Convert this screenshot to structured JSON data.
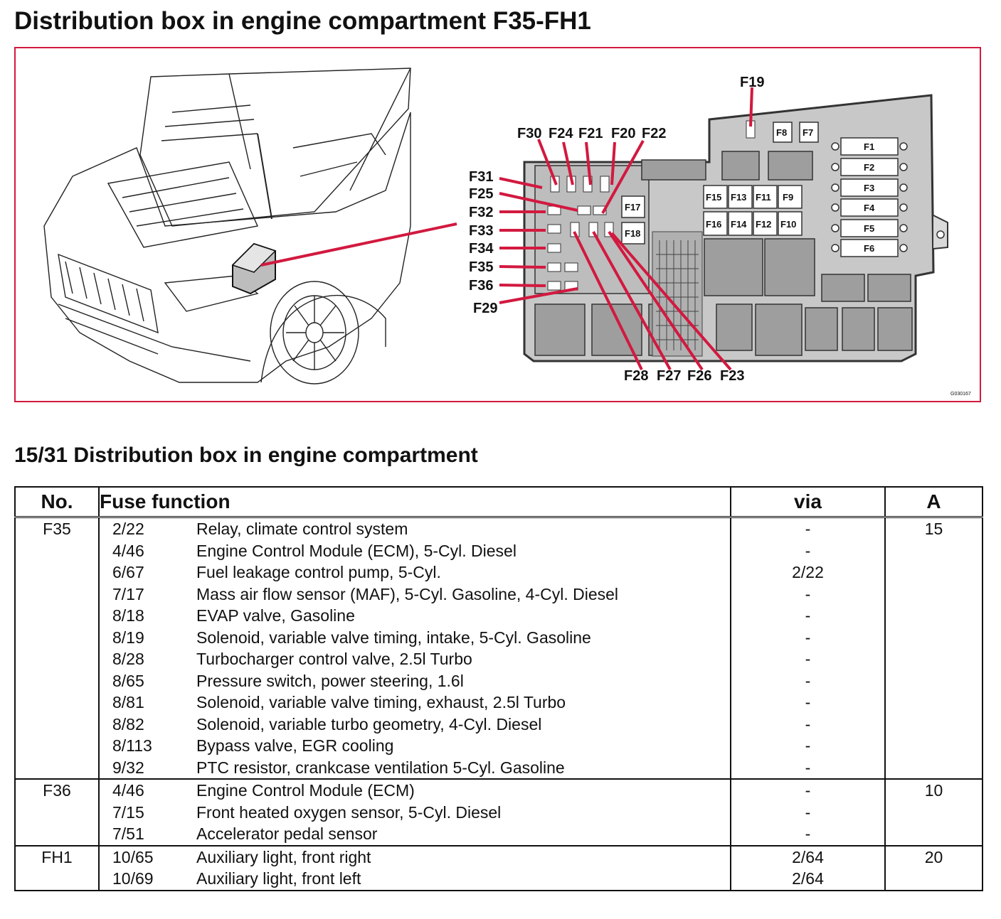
{
  "title": "Distribution box in engine compartment F35-FH1",
  "figure": {
    "image_code": "G030167",
    "left_labels": [
      "F31",
      "F25",
      "F32",
      "F33",
      "F34",
      "F35",
      "F36",
      "F29"
    ],
    "top_labels": [
      "F30",
      "F24",
      "F21",
      "F20",
      "F22"
    ],
    "top_single": "F19",
    "bottom_labels": [
      "F28",
      "F27",
      "F26",
      "F23"
    ],
    "inner_fuses": [
      "F17",
      "F18",
      "F8",
      "F7",
      "F15",
      "F13",
      "F11",
      "F9",
      "F16",
      "F14",
      "F12",
      "F10"
    ],
    "right_fuses": [
      "F1",
      "F2",
      "F3",
      "F4",
      "F5",
      "F6"
    ]
  },
  "section_title": "15/31 Distribution box in engine compartment",
  "table": {
    "headers": {
      "no": "No.",
      "function": "Fuse function",
      "via": "via",
      "amp": "A"
    },
    "groups": [
      {
        "no": "F35",
        "amp": "15",
        "rows": [
          {
            "code": "2/22",
            "desc": "Relay, climate control system",
            "via": "-"
          },
          {
            "code": "4/46",
            "desc": "Engine Control Module (ECM), 5-Cyl. Diesel",
            "via": "-"
          },
          {
            "code": "6/67",
            "desc": "Fuel leakage control pump, 5-Cyl.",
            "via": "2/22"
          },
          {
            "code": "7/17",
            "desc": "Mass air flow sensor (MAF), 5-Cyl. Gasoline, 4-Cyl. Diesel",
            "via": "-"
          },
          {
            "code": "8/18",
            "desc": "EVAP valve, Gasoline",
            "via": "-"
          },
          {
            "code": "8/19",
            "desc": "Solenoid, variable valve timing, intake, 5-Cyl. Gasoline",
            "via": "-"
          },
          {
            "code": "8/28",
            "desc": "Turbocharger control valve, 2.5l Turbo",
            "via": "-"
          },
          {
            "code": "8/65",
            "desc": "Pressure switch, power steering, 1.6l",
            "via": "-"
          },
          {
            "code": "8/81",
            "desc": "Solenoid, variable valve timing, exhaust, 2.5l Turbo",
            "via": "-"
          },
          {
            "code": "8/82",
            "desc": "Solenoid, variable turbo geometry, 4-Cyl. Diesel",
            "via": "-"
          },
          {
            "code": "8/113",
            "desc": "Bypass valve, EGR cooling",
            "via": "-"
          },
          {
            "code": "9/32",
            "desc": "PTC resistor, crankcase ventilation 5-Cyl. Gasoline",
            "via": "-"
          }
        ]
      },
      {
        "no": "F36",
        "amp": "10",
        "rows": [
          {
            "code": "4/46",
            "desc": "Engine Control Module (ECM)",
            "via": "-"
          },
          {
            "code": "7/15",
            "desc": "Front heated oxygen sensor, 5-Cyl. Diesel",
            "via": "-"
          },
          {
            "code": "7/51",
            "desc": "Accelerator pedal sensor",
            "via": "-"
          }
        ]
      },
      {
        "no": "FH1",
        "amp": "20",
        "rows": [
          {
            "code": "10/65",
            "desc": "Auxiliary light, front right",
            "via": "2/64"
          },
          {
            "code": "10/69",
            "desc": "Auxiliary light, front left",
            "via": "2/64"
          }
        ]
      }
    ]
  },
  "colors": {
    "accent": "#d2193f",
    "box_fill": "#c8c8c8",
    "line": "#111111"
  }
}
